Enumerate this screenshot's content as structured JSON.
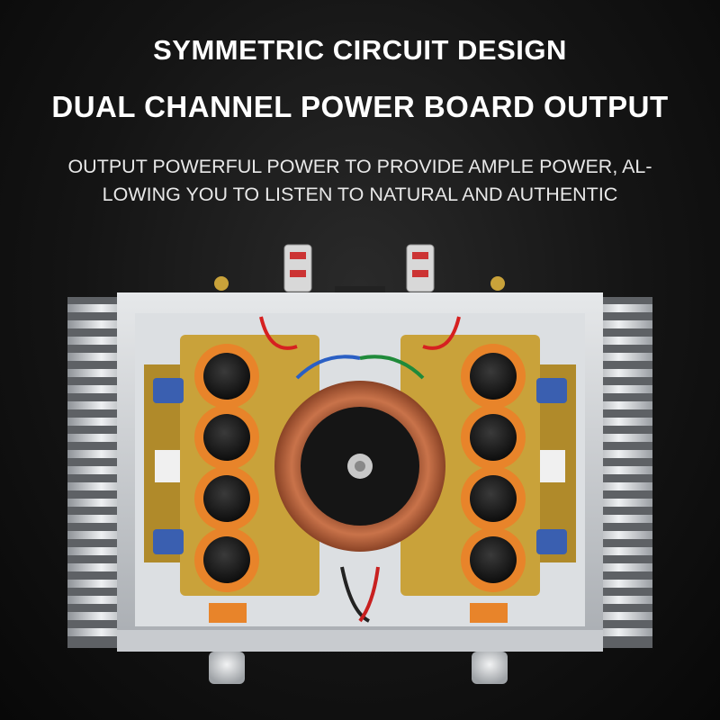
{
  "headline": {
    "line1": "SYMMETRIC CIRCUIT DESIGN",
    "line2": "DUAL CHANNEL POWER BOARD OUTPUT"
  },
  "subtext": {
    "line1": "OUTPUT POWERFUL POWER TO PROVIDE AMPLE POWER, AL-",
    "line2": "LOWING YOU TO LISTEN TO NATURAL AND AUTHENTIC"
  },
  "photo": {
    "subject": "amplifier chassis interior, top view",
    "colors": {
      "background": "#111111",
      "chassis": "#cfd2d6",
      "pcb": "#c9a23a",
      "capacitor": "#e8842a",
      "capacitor_top": "#1a1a1a",
      "transformer": "#b5643d",
      "blue_cap": "#3a5fb0"
    }
  }
}
